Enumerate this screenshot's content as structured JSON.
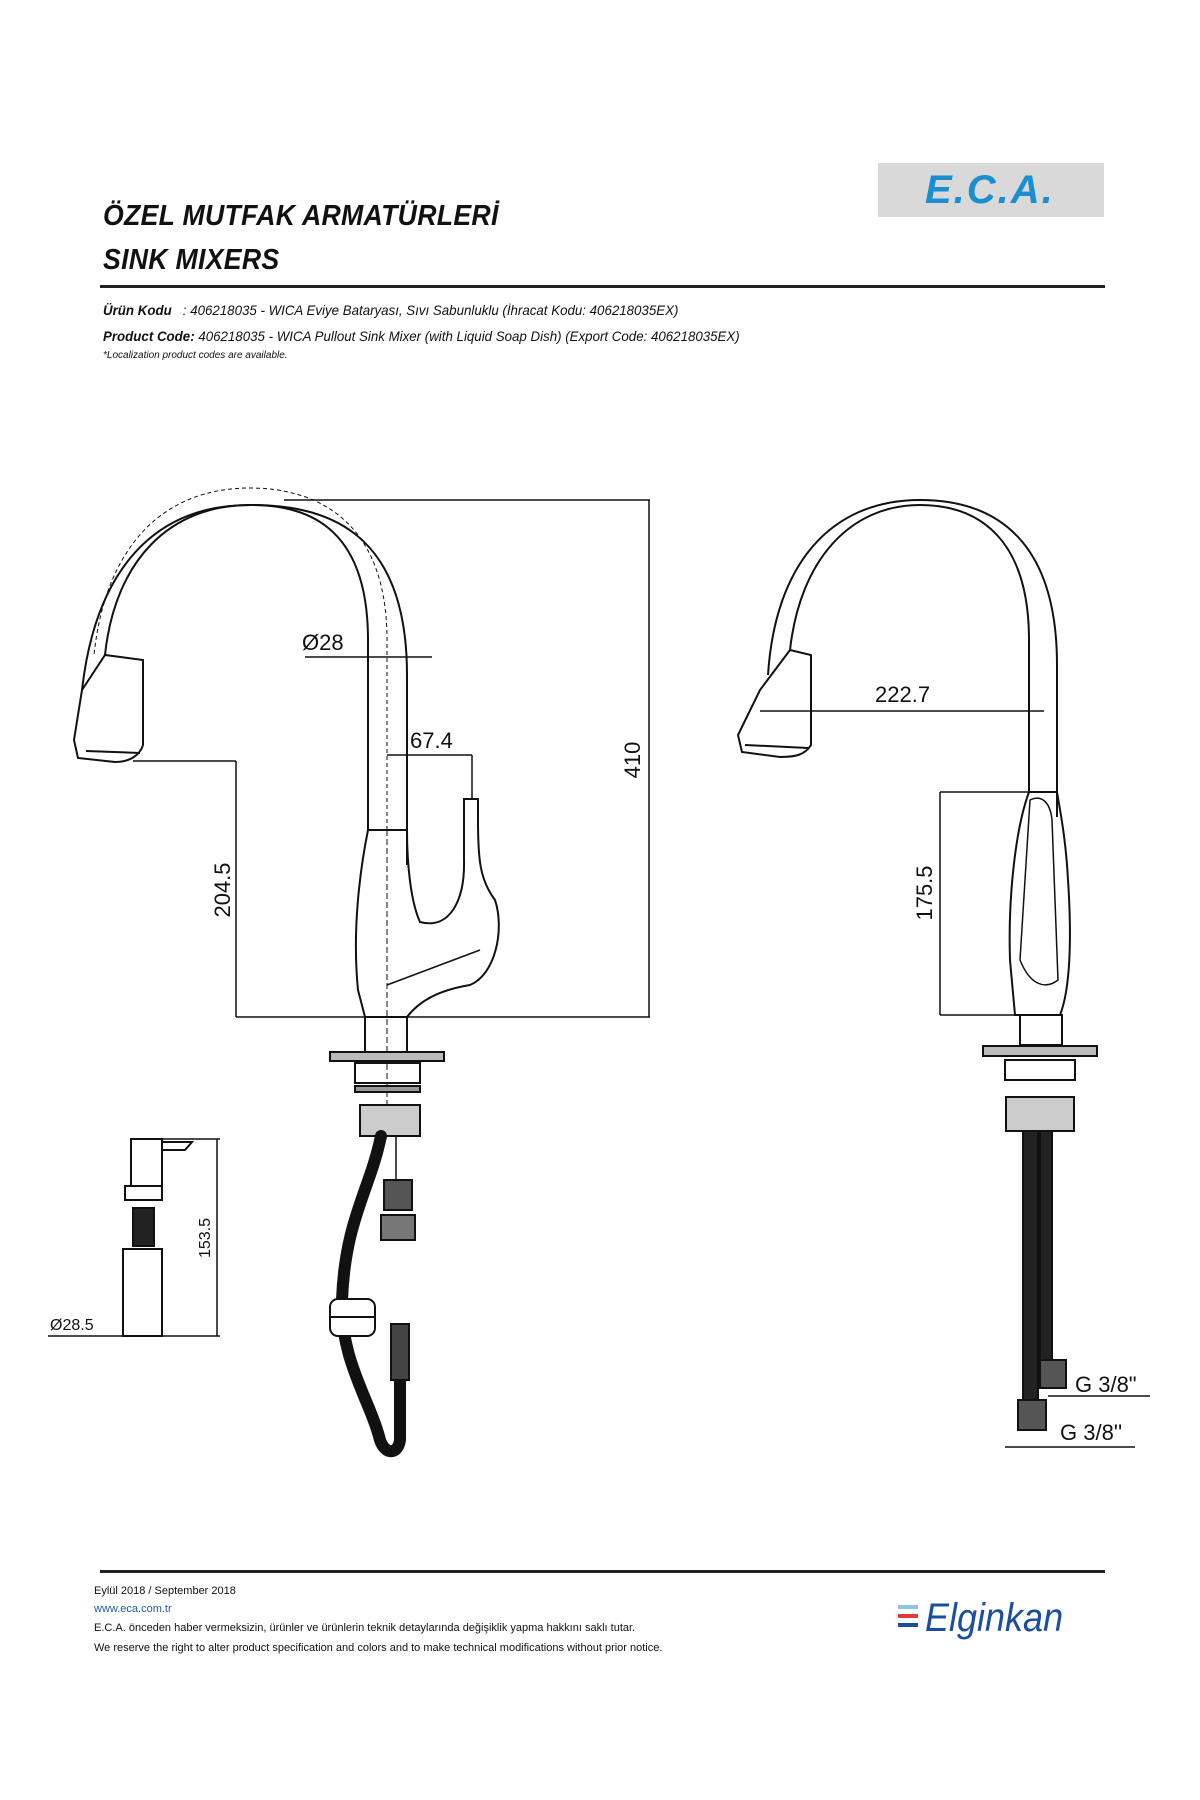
{
  "header": {
    "title_tr": "ÖZEL MUTFAK ARMATÜRLERİ",
    "title_en": "SINK MIXERS",
    "brand_logo": "E.C.A.",
    "brand_color": "#1a8fd0"
  },
  "product": {
    "tr_label": "Ürün Kodu",
    "tr_text": ": 406218035 - WICA Eviye Bataryası, Sıvı Sabunluklu (İhracat Kodu: 406218035EX)",
    "en_label": "Product Code:",
    "en_text": "406218035 - WICA Pullout Sink Mixer (with Liquid Soap Dish) (Export Code: 406218035EX)",
    "note": "*Localization product codes are available."
  },
  "drawing": {
    "front": {
      "diameter": "Ø28",
      "handle_offset": "67.4",
      "spout_height": "204.5",
      "total_height": "410"
    },
    "side": {
      "reach": "222.7",
      "handle_height": "175.5",
      "thread_1": "G 3/8\"",
      "thread_2": "G 3/8''"
    },
    "soap": {
      "height": "153.5",
      "diameter": "Ø28.5"
    }
  },
  "footer": {
    "date": "Eylül 2018 / September 2018",
    "url": "www.eca.com.tr",
    "disclaimer_tr": "E.C.A. önceden haber vermeksizin, ürünler ve ürünlerin teknik detaylarında değişiklik yapma hakkını saklı tutar.",
    "disclaimer_en": "We reserve the right to alter product specification and colors and to make technical modifications without prior notice.",
    "brand_logo": "Elginkan",
    "brand_color": "#1b4e9b"
  }
}
